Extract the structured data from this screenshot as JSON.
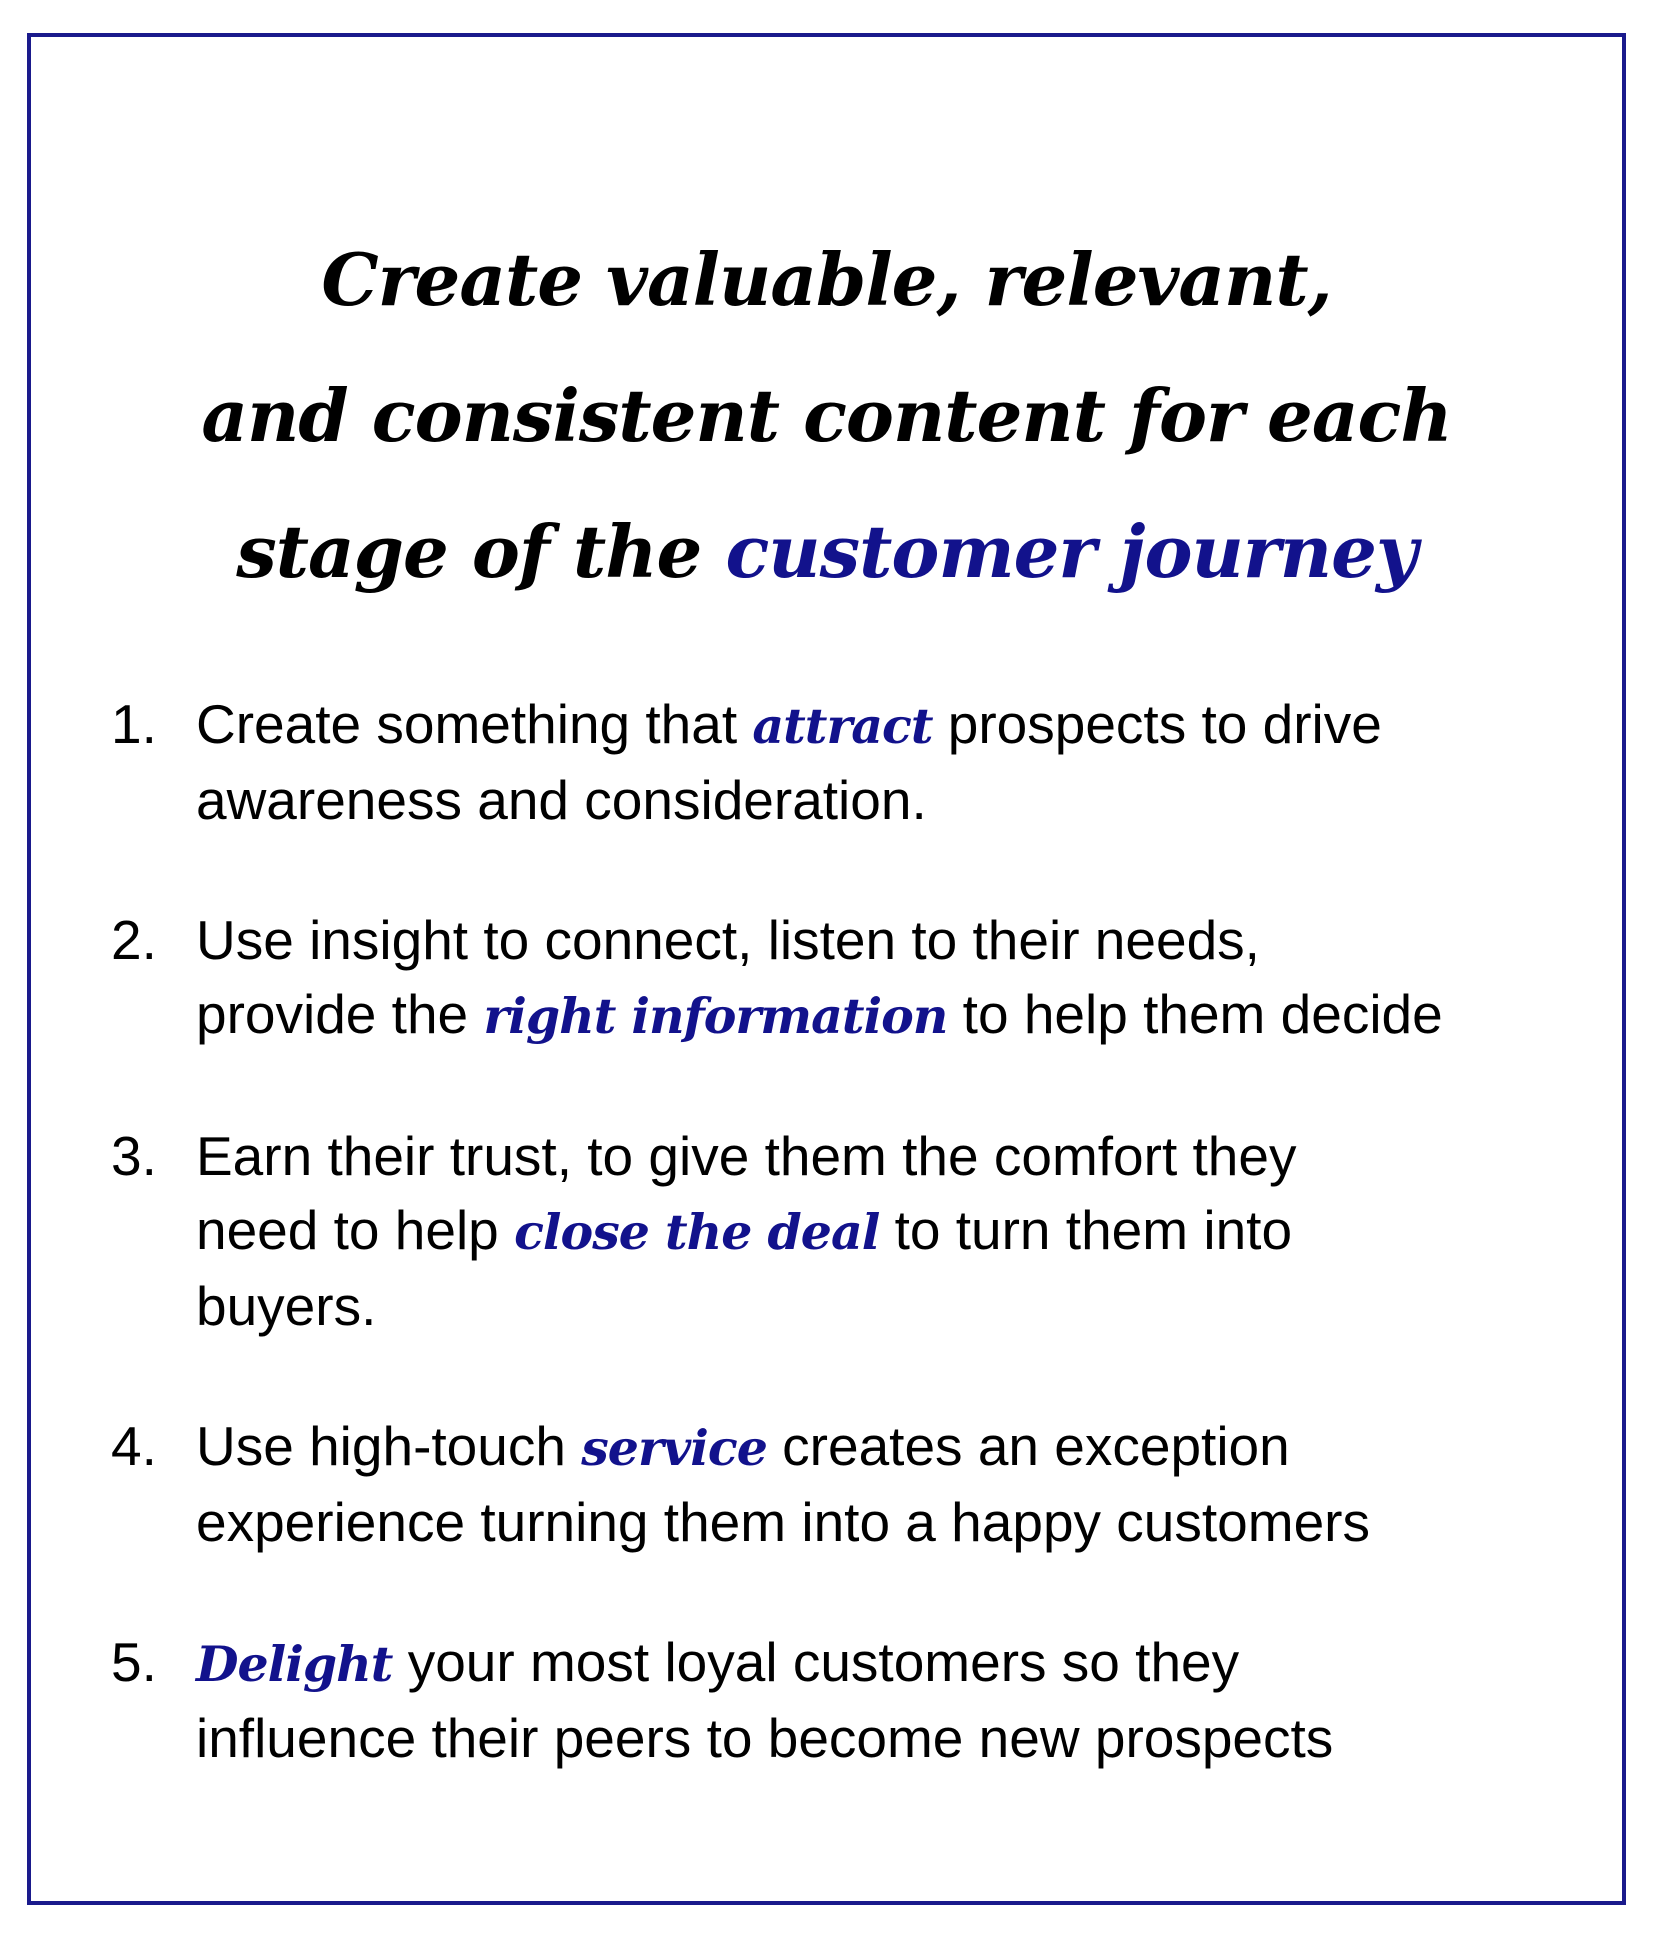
{
  "colors": {
    "accent": "#12128c",
    "border": "#1a1a8c",
    "text": "#000000",
    "background": "#ffffff"
  },
  "headline": {
    "line1": "Create valuable, relevant,",
    "line2": "and consistent content for each",
    "line3_prefix": "stage of the ",
    "line3_accent": "customer journey"
  },
  "steps": [
    {
      "number": "1.",
      "line1_before": "Create something that ",
      "line1_em": "attract",
      "line1_after": " prospects to drive",
      "line2": "awareness and consideration."
    },
    {
      "number": "2.",
      "line1": "Use insight to connect, listen to their needs,",
      "line2_before": "provide the ",
      "line2_em": "right information",
      "line2_after": " to help them decide"
    },
    {
      "number": "3.",
      "line1": "Earn their trust, to give them the comfort they",
      "line2_before": "need to help ",
      "line2_em": "close the deal",
      "line2_after": " to turn them into",
      "line3": "buyers."
    },
    {
      "number": "4.",
      "line1_before": "Use high-touch ",
      "line1_em": "service",
      "line1_after": " creates an exception",
      "line2": "experience turning them into a happy customers"
    },
    {
      "number": "5.",
      "line1_em": "Delight",
      "line1_after": " your most loyal customers so they",
      "line2": "influence their peers to become new prospects"
    }
  ]
}
